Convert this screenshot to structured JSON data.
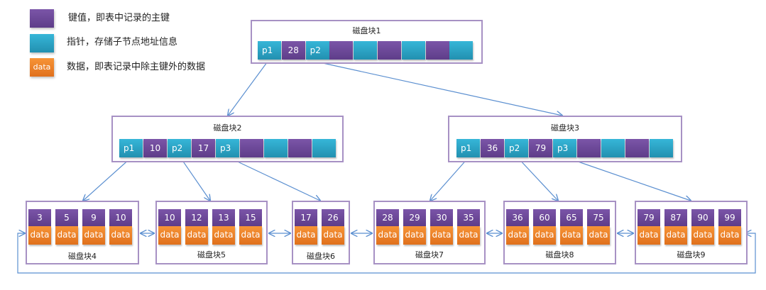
{
  "legend": [
    {
      "kind": "key",
      "swatch_label": "",
      "text": "键值，即表中记录的主键",
      "color": "#6f4a9a"
    },
    {
      "kind": "pointer",
      "swatch_label": "",
      "text": "指针，存储子节点地址信息",
      "color": "#2ea5c8"
    },
    {
      "kind": "data",
      "swatch_label": "data",
      "text": "数据，即表记录中除主键外的数据",
      "color": "#f0852b"
    }
  ],
  "colors": {
    "key": "#6f4a9a",
    "pointer": "#2ea5c8",
    "data": "#f0852b",
    "border": "#a791c4",
    "link": "#5b8fd0"
  },
  "root": {
    "title": "磁盘块1",
    "cells": [
      {
        "type": "pointer",
        "label": "p1"
      },
      {
        "type": "key",
        "label": "28"
      },
      {
        "type": "pointer",
        "label": "p2"
      },
      {
        "type": "key",
        "label": ""
      },
      {
        "type": "pointer",
        "label": ""
      },
      {
        "type": "key",
        "label": ""
      },
      {
        "type": "pointer",
        "label": ""
      },
      {
        "type": "key",
        "label": ""
      },
      {
        "type": "pointer",
        "label": ""
      }
    ]
  },
  "internal": [
    {
      "title": "磁盘块2",
      "cells": [
        {
          "type": "pointer",
          "label": "p1"
        },
        {
          "type": "key",
          "label": "10"
        },
        {
          "type": "pointer",
          "label": "p2"
        },
        {
          "type": "key",
          "label": "17"
        },
        {
          "type": "pointer",
          "label": "p3"
        },
        {
          "type": "key",
          "label": ""
        },
        {
          "type": "pointer",
          "label": ""
        },
        {
          "type": "key",
          "label": ""
        },
        {
          "type": "pointer",
          "label": ""
        }
      ]
    },
    {
      "title": "磁盘块3",
      "cells": [
        {
          "type": "pointer",
          "label": "p1"
        },
        {
          "type": "key",
          "label": "36"
        },
        {
          "type": "pointer",
          "label": "p2"
        },
        {
          "type": "key",
          "label": "79"
        },
        {
          "type": "pointer",
          "label": "p3"
        },
        {
          "type": "key",
          "label": ""
        },
        {
          "type": "pointer",
          "label": ""
        },
        {
          "type": "key",
          "label": ""
        },
        {
          "type": "pointer",
          "label": ""
        }
      ]
    }
  ],
  "leaves": [
    {
      "title": "磁盘块4",
      "keys": [
        "3",
        "5",
        "9",
        "10"
      ],
      "data_label": "data"
    },
    {
      "title": "磁盘块5",
      "keys": [
        "10",
        "12",
        "13",
        "15"
      ],
      "data_label": "data"
    },
    {
      "title": "磁盘块6",
      "keys": [
        "17",
        "26"
      ],
      "data_label": "data"
    },
    {
      "title": "磁盘块7",
      "keys": [
        "28",
        "29",
        "30",
        "35"
      ],
      "data_label": "data"
    },
    {
      "title": "磁盘块8",
      "keys": [
        "36",
        "60",
        "65",
        "75"
      ],
      "data_label": "data"
    },
    {
      "title": "磁盘块9",
      "keys": [
        "79",
        "87",
        "90",
        "99"
      ],
      "data_label": "data"
    }
  ],
  "edges": [
    {
      "from": "磁盘块1.p1",
      "to": "磁盘块2"
    },
    {
      "from": "磁盘块1.p2",
      "to": "磁盘块3"
    },
    {
      "from": "磁盘块2.p1",
      "to": "磁盘块4"
    },
    {
      "from": "磁盘块2.p2",
      "to": "磁盘块5"
    },
    {
      "from": "磁盘块2.p3",
      "to": "磁盘块6"
    },
    {
      "from": "磁盘块3.p1",
      "to": "磁盘块7"
    },
    {
      "from": "磁盘块3.p2",
      "to": "磁盘块8"
    },
    {
      "from": "磁盘块3.p3",
      "to": "磁盘块9"
    }
  ],
  "leaf_links": "bidirectional",
  "leaf_ring": "磁盘块9 ↔ 磁盘块4"
}
